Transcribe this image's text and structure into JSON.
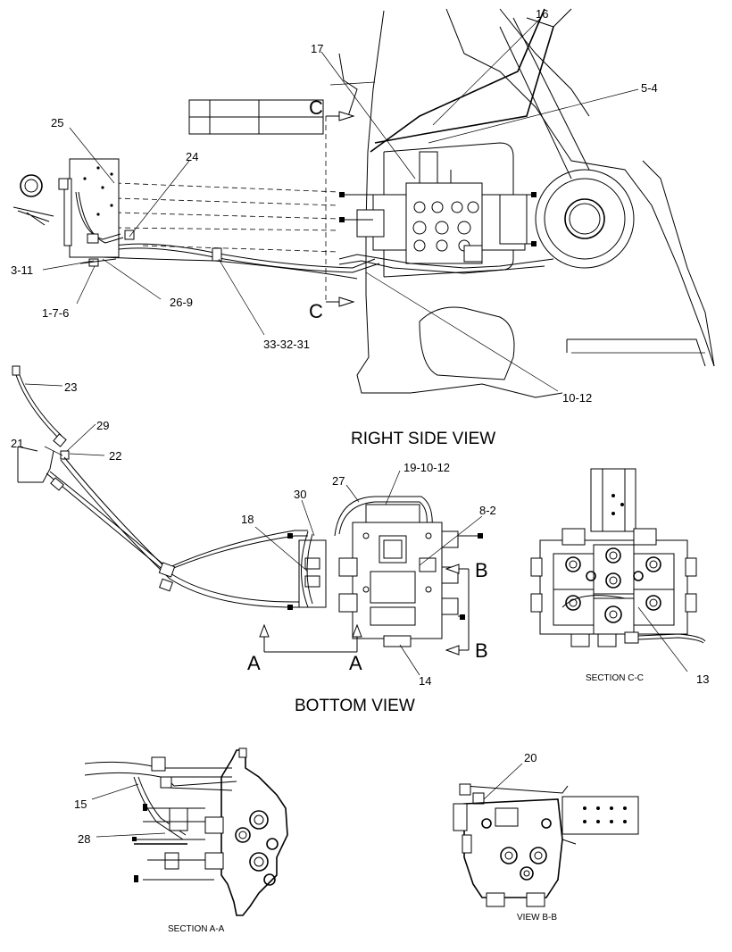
{
  "titles": {
    "right_side_view": "RIGHT SIDE VIEW",
    "bottom_view": "BOTTOM VIEW",
    "section_cc": "SECTION C-C",
    "section_aa": "SECTION A-A",
    "view_bb": "VIEW B-B"
  },
  "section_letters": {
    "c_top": "C",
    "c_bottom": "C",
    "a_left": "A",
    "a_right": "A",
    "b_top": "B",
    "b_bottom": "B"
  },
  "callouts": {
    "c16": "16",
    "c17": "17",
    "c5_4": "5-4",
    "c25": "25",
    "c24": "24",
    "c3_11": "3-11",
    "c26_9": "26-9",
    "c1_7_6": "1-7-6",
    "c33_32_31": "33-32-31",
    "c10_12": "10-12",
    "c23": "23",
    "c29": "29",
    "c21": "21",
    "c22": "22",
    "c19_10_12": "19-10-12",
    "c27": "27",
    "c30": "30",
    "c8_2": "8-2",
    "c18": "18",
    "c14": "14",
    "c13": "13",
    "c20": "20",
    "c15": "15",
    "c28": "28"
  }
}
